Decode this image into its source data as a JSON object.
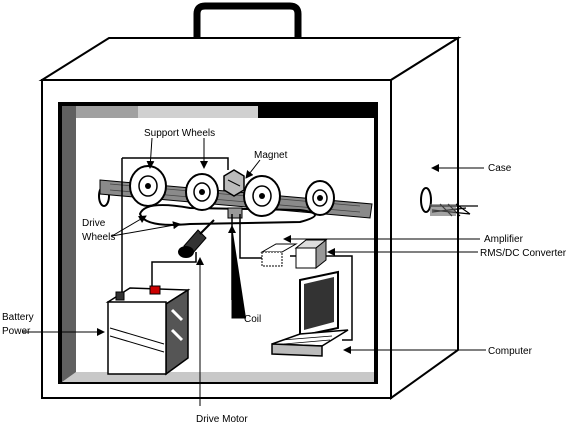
{
  "labels": {
    "support_wheels": "Support Wheels",
    "magnet": "Magnet",
    "case": "Case",
    "drive_wheels_line1": "Drive",
    "drive_wheels_line2": "Wheels",
    "amplifier": "Amplifier",
    "rms_dc_converter": "RMS/DC Converter",
    "battery_line1": "Battery",
    "battery_line2": "Power",
    "coil": "Coil",
    "computer": "Computer",
    "drive_motor": "Drive Motor"
  }
}
